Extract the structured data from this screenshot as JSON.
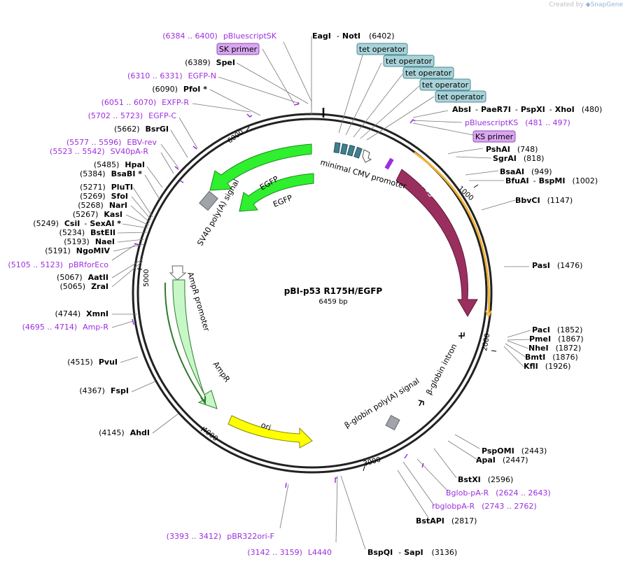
{
  "watermark": {
    "prefix": "Created by",
    "brand": "SnapGene"
  },
  "plasmid": {
    "name": "pBI-p53 R175H/EGFP",
    "length": "6459 bp"
  },
  "colors": {
    "primer": "#9d2ee0",
    "p53": "#9a2f5f",
    "egfp": "#2ef02e",
    "ampr": "#c7f7c7",
    "ori": "#ffff00",
    "tet": "#3f7f8f",
    "operator_box": "#a9d3d9",
    "primer_box": "#d9a6f0"
  },
  "ticks": [
    "1000",
    "2000",
    "3000",
    "4000",
    "5000",
    "6000"
  ],
  "features": {
    "p53": "p53",
    "egfp1": "EGFP",
    "egfp2": "EGFP",
    "ampr": "AmpR",
    "ampr_promoter": "AmpR promoter",
    "ori": "ori",
    "cmv": "minimal CMV promoter",
    "sv40": "SV40 poly(A) signal",
    "bglobin_intron": "β-globin intron",
    "bglobin_polya": "β-globin poly(A) signal"
  },
  "tet_operators": [
    "tet operator",
    "tet operator",
    "tet operator",
    "tet operator",
    "tet operator"
  ],
  "boxed_primers": {
    "sk": "SK primer",
    "ks": "KS primer"
  },
  "left_labels": [
    {
      "pos": "(6384 .. 6400)",
      "name": "pBluescriptSK",
      "type": "primer"
    },
    {
      "pos": "(6389)",
      "name": "SpeI",
      "type": "enzyme"
    },
    {
      "pos": "(6310 .. 6331)",
      "name": "EGFP-N",
      "type": "primer"
    },
    {
      "pos": "(6090)",
      "name": "PfoI *",
      "type": "enzyme"
    },
    {
      "pos": "(6051 .. 6070)",
      "name": "EXFP-R",
      "type": "primer"
    },
    {
      "pos": "(5702 .. 5723)",
      "name": "EGFP-C",
      "type": "primer"
    },
    {
      "pos": "(5662)",
      "name": "BsrGI",
      "type": "enzyme"
    },
    {
      "pos": "(5577 .. 5596)",
      "name": "EBV-rev",
      "type": "primer"
    },
    {
      "pos": "(5523 .. 5542)",
      "name": "SV40pA-R",
      "type": "primer"
    },
    {
      "pos": "(5485)",
      "name": "HpaI",
      "type": "enzyme"
    },
    {
      "pos": "(5384)",
      "name": "BsaBI *",
      "type": "enzyme"
    },
    {
      "pos": "(5271)",
      "name": "PluTI",
      "type": "enzyme"
    },
    {
      "pos": "(5269)",
      "name": "SfoI",
      "type": "enzyme"
    },
    {
      "pos": "(5268)",
      "name": "NarI",
      "type": "enzyme"
    },
    {
      "pos": "(5267)",
      "name": "KasI",
      "type": "enzyme"
    },
    {
      "pos": "(5249)",
      "name": "CsiI",
      "name2": "SexAI *",
      "type": "enzyme"
    },
    {
      "pos": "(5234)",
      "name": "BstEII",
      "type": "enzyme"
    },
    {
      "pos": "(5193)",
      "name": "NaeI",
      "type": "enzyme"
    },
    {
      "pos": "(5191)",
      "name": "NgoMIV",
      "type": "enzyme"
    },
    {
      "pos": "(5105 .. 5123)",
      "name": "pBRforEco",
      "type": "primer"
    },
    {
      "pos": "(5067)",
      "name": "AatII",
      "type": "enzyme"
    },
    {
      "pos": "(5065)",
      "name": "ZraI",
      "type": "enzyme"
    },
    {
      "pos": "(4744)",
      "name": "XmnI",
      "type": "enzyme"
    },
    {
      "pos": "(4695 .. 4714)",
      "name": "Amp-R",
      "type": "primer"
    },
    {
      "pos": "(4515)",
      "name": "PvuI",
      "type": "enzyme"
    },
    {
      "pos": "(4367)",
      "name": "FspI",
      "type": "enzyme"
    },
    {
      "pos": "(4145)",
      "name": "AhdI",
      "type": "enzyme"
    }
  ],
  "top_label": {
    "name": "EagI",
    "name2": "NotI",
    "pos": "(6402)"
  },
  "right_labels": [
    {
      "name": "AbsI",
      "name2": "PaeR7I",
      "name3": "PspXI",
      "name4": "XhoI",
      "pos": "(480)",
      "type": "enzyme"
    },
    {
      "name": "pBluescriptKS",
      "pos": "(481 .. 497)",
      "type": "primer"
    },
    {
      "name": "PshAI",
      "pos": "(748)",
      "type": "enzyme"
    },
    {
      "name": "SgrAI",
      "pos": "(818)",
      "type": "enzyme"
    },
    {
      "name": "BsaAI",
      "pos": "(949)",
      "type": "enzyme"
    },
    {
      "name": "BfuAI",
      "name2": "BspMI",
      "pos": "(1002)",
      "type": "enzyme"
    },
    {
      "name": "BbvCI",
      "pos": "(1147)",
      "type": "enzyme"
    },
    {
      "name": "PasI",
      "pos": "(1476)",
      "type": "enzyme"
    },
    {
      "name": "PacI",
      "pos": "(1852)",
      "type": "enzyme"
    },
    {
      "name": "PmeI",
      "pos": "(1867)",
      "type": "enzyme"
    },
    {
      "name": "NheI",
      "pos": "(1872)",
      "type": "enzyme"
    },
    {
      "name": "BmtI",
      "pos": "(1876)",
      "type": "enzyme"
    },
    {
      "name": "KflI",
      "pos": "(1926)",
      "type": "enzyme"
    },
    {
      "name": "PspOMI",
      "pos": "(2443)",
      "type": "enzyme"
    },
    {
      "name": "ApaI",
      "pos": "(2447)",
      "type": "enzyme"
    },
    {
      "name": "BstXI",
      "pos": "(2596)",
      "type": "enzyme"
    },
    {
      "name": "Bglob-pA-R",
      "pos": "(2624 .. 2643)",
      "type": "primer"
    },
    {
      "name": "rbglobpA-R",
      "pos": "(2743 .. 2762)",
      "type": "primer"
    },
    {
      "name": "BstAPI",
      "pos": "(2817)",
      "type": "enzyme"
    }
  ],
  "bottom_labels": [
    {
      "pos": "(3393 .. 3412)",
      "name": "pBR322ori-F",
      "type": "primer"
    },
    {
      "pos": "(3142 .. 3159)",
      "name": "L4440",
      "type": "primer"
    },
    {
      "name": "BspQI",
      "name2": "SapI",
      "pos": "(3136)",
      "type": "enzyme"
    }
  ]
}
